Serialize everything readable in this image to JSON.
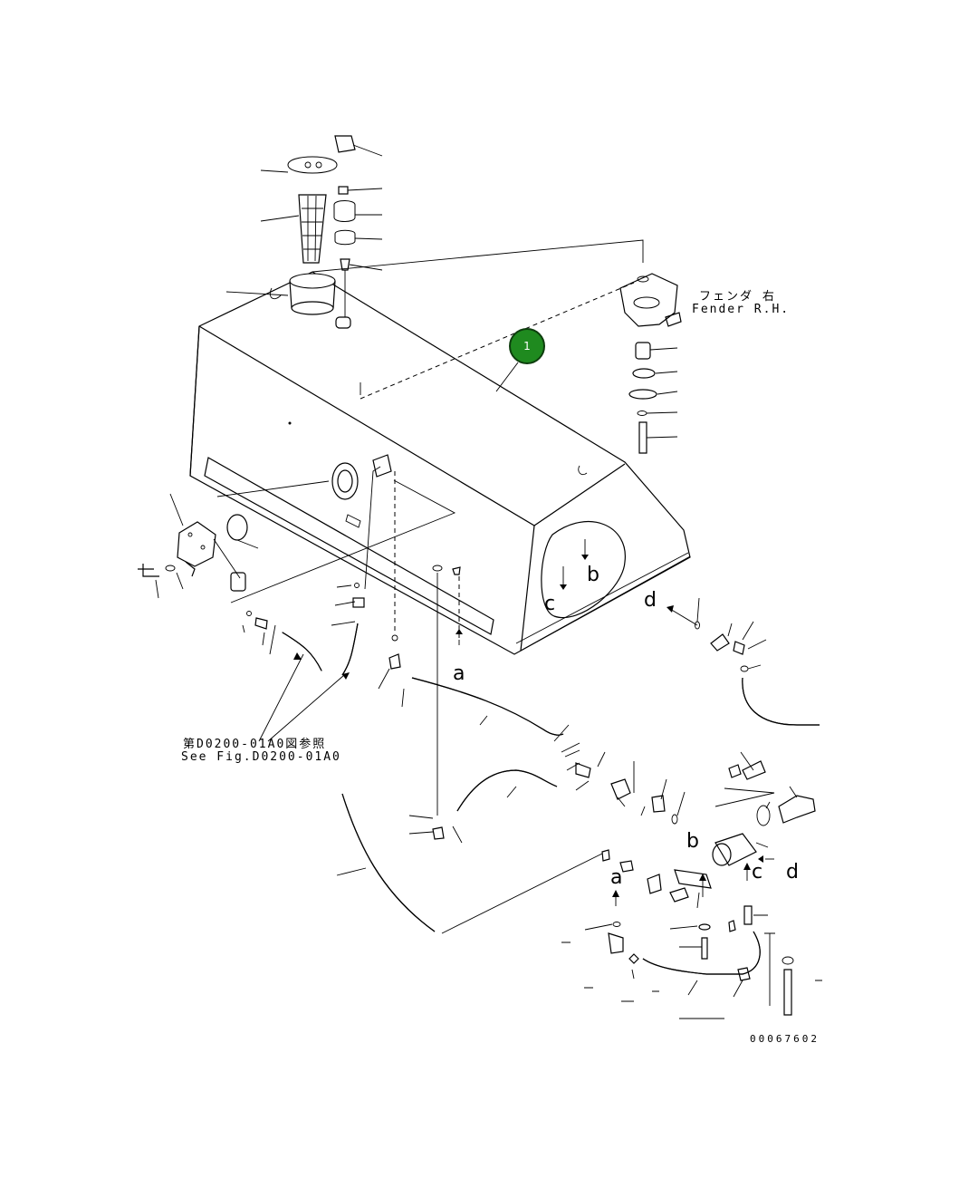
{
  "diagram": {
    "callout_number": "1",
    "fender_label_jp": "フェンダ 右",
    "fender_label_en": "Fender R.H.",
    "reference_label_jp": "第D0200-01A0図参照",
    "reference_label_en": "See Fig.D0200-01A0",
    "drawing_number": "00067602",
    "connection_labels": {
      "a_top": "a",
      "a_bottom": "a",
      "b_inside": "b",
      "b_bottom": "b",
      "c_inside": "c",
      "c_bottom": "c",
      "d_right": "d",
      "d_bottom": "d"
    }
  }
}
